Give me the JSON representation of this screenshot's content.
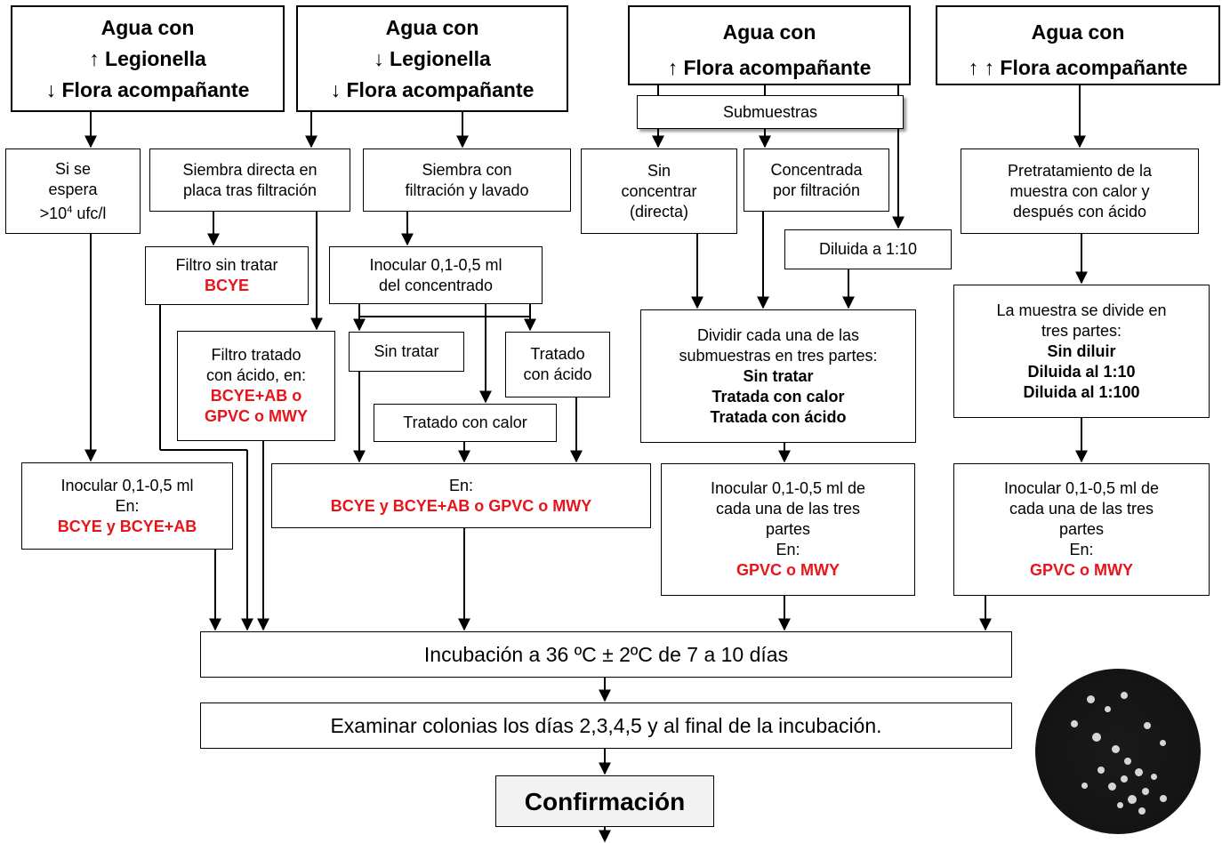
{
  "headers": [
    {
      "line1": "Agua con",
      "line2": "↑ Legionella",
      "line3": "↓ Flora acompañante"
    },
    {
      "line1": "Agua con",
      "line2": "↓ Legionella",
      "line3": "↓ Flora acompañante"
    },
    {
      "line1": "Agua con",
      "line2": "↑ Flora acompañante"
    },
    {
      "line1": "Agua con",
      "line2": "↑ ↑ Flora acompañante"
    }
  ],
  "submuestras": "Submuestras",
  "col1": {
    "expect": [
      "Si se",
      "espera",
      ">10",
      "4",
      " ufc/l"
    ],
    "inoculate": [
      "Inocular 0,1-0,5 ml",
      "En:"
    ],
    "media": "BCYE y BCYE+AB"
  },
  "col2": {
    "direct": [
      "Siembra directa en",
      "placa tras filtración"
    ],
    "untreated_filter": "Filtro sin tratar",
    "untreated_media": "BCYE",
    "acid_filter": [
      "Filtro tratado",
      "con ácido, en:"
    ],
    "acid_media": [
      "BCYE+AB o",
      "GPVC o MWY"
    ]
  },
  "col3": {
    "wash": [
      "Siembra con",
      "filtración y lavado"
    ],
    "inoculate": [
      "Inocular 0,1-0,5 ml",
      "del concentrado"
    ],
    "untreated": "Sin tratar",
    "acid": [
      "Tratado",
      "con ácido"
    ],
    "heat": "Tratado con calor",
    "in_label": "En:",
    "media": "BCYE y BCYE+AB o GPVC o MWY"
  },
  "col4": {
    "noconc": [
      "Sin",
      "concentrar",
      "(directa)"
    ],
    "conc": [
      "Concentrada",
      "por filtración"
    ],
    "dil": "Diluida a 1:10",
    "divide": [
      "Dividir cada una de las",
      "submuestras en tres partes:"
    ],
    "parts": [
      "Sin tratar",
      "Tratada con calor",
      "Tratada con ácido"
    ],
    "inoculate": [
      "Inocular 0,1-0,5 ml de",
      "cada una de las tres",
      "partes",
      "En:"
    ],
    "media": "GPVC o MWY"
  },
  "col5": {
    "pretreat": [
      "Pretratamiento de la",
      "muestra con calor y",
      "después con ácido"
    ],
    "divide": [
      "La muestra se divide en",
      "tres partes:"
    ],
    "parts": [
      "Sin diluir",
      "Diluida al 1:10",
      "Diluida al 1:100"
    ],
    "inoculate": [
      "Inocular 0,1-0,5 ml de",
      "cada una de las tres",
      "partes",
      "En:"
    ],
    "media": "GPVC o MWY"
  },
  "incubation": "Incubación a 36 ºC ± 2ºC  de 7 a 10 días",
  "examine": "Examinar colonias los días 2,3,4,5 y al final de la incubación.",
  "confirm": "Confirmación"
}
